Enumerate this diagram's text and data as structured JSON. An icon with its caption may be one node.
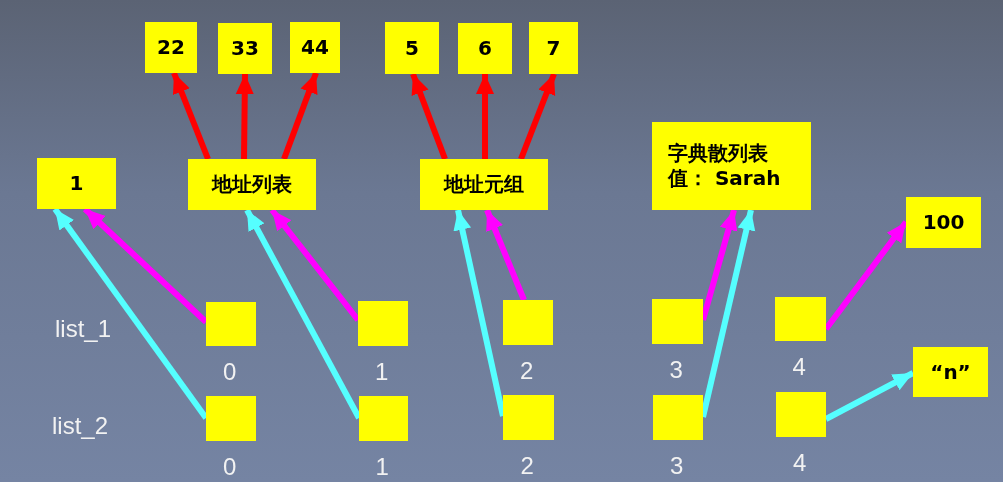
{
  "diagram": {
    "nodes": [
      {
        "text": [
          "22"
        ]
      },
      {
        "text": [
          "33"
        ]
      },
      {
        "text": [
          "44"
        ]
      },
      {
        "text": [
          "5"
        ]
      },
      {
        "text": [
          "6"
        ]
      },
      {
        "text": [
          "7"
        ]
      },
      {
        "text": [
          "1"
        ]
      },
      {
        "text": [
          "地址列表"
        ]
      },
      {
        "text": [
          "地址元组"
        ]
      },
      {
        "text": [
          "字典散列表",
          "值： Sarah"
        ]
      },
      {
        "text": [
          "100"
        ]
      },
      {
        "text": [
          "“n”"
        ]
      },
      {
        "text": [],
        "shape": "box",
        "beside": [
          "0"
        ]
      },
      {
        "text": [],
        "shape": "box",
        "beside": [
          "1"
        ]
      },
      {
        "text": [],
        "shape": "box",
        "beside": [
          "2"
        ]
      },
      {
        "text": [],
        "shape": "box",
        "beside": [
          "3"
        ]
      },
      {
        "text": [],
        "shape": "box",
        "beside": [
          "4"
        ]
      },
      {
        "text": [],
        "shape": "box",
        "beside": [
          "0"
        ]
      },
      {
        "text": [],
        "shape": "box",
        "beside": [
          "1"
        ]
      },
      {
        "text": [],
        "shape": "box",
        "beside": [
          "2"
        ]
      },
      {
        "text": [],
        "shape": "box",
        "beside": [
          "3"
        ]
      },
      {
        "text": [],
        "shape": "box",
        "beside": [
          "4"
        ]
      }
    ],
    "edges": [
      {
        "from": 7,
        "to": 0,
        "arrow": "to"
      },
      {
        "from": 7,
        "to": 1,
        "arrow": "to"
      },
      {
        "from": 7,
        "to": 2,
        "arrow": "to"
      },
      {
        "from": 8,
        "to": 3,
        "arrow": "to"
      },
      {
        "from": 8,
        "to": 4,
        "arrow": "to"
      },
      {
        "from": 8,
        "to": 5,
        "arrow": "to"
      },
      {
        "from": 12,
        "to": 6,
        "arrow": "to",
        "color": "#ff00ff"
      },
      {
        "from": 13,
        "to": 7,
        "arrow": "to",
        "color": "#ff00ff"
      },
      {
        "from": 14,
        "to": 8,
        "arrow": "to",
        "color": "#ff00ff"
      },
      {
        "from": 15,
        "to": 9,
        "arrow": "to",
        "color": "#ff00ff"
      },
      {
        "from": 16,
        "to": 10,
        "arrow": "to",
        "color": "#ff00ff"
      },
      {
        "from": 17,
        "to": 6,
        "arrow": "to",
        "color": "#55ffff"
      },
      {
        "from": 18,
        "to": 7,
        "arrow": "to",
        "color": "#55ffff"
      },
      {
        "from": 19,
        "to": 8,
        "arrow": "to",
        "color": "#55ffff"
      },
      {
        "from": 20,
        "to": 9,
        "arrow": "to",
        "color": "#55ffff"
      },
      {
        "from": 21,
        "to": 11,
        "arrow": "to",
        "color": "#55ffff"
      }
    ],
    "labels": [
      "list_1",
      "list_2"
    ]
  }
}
